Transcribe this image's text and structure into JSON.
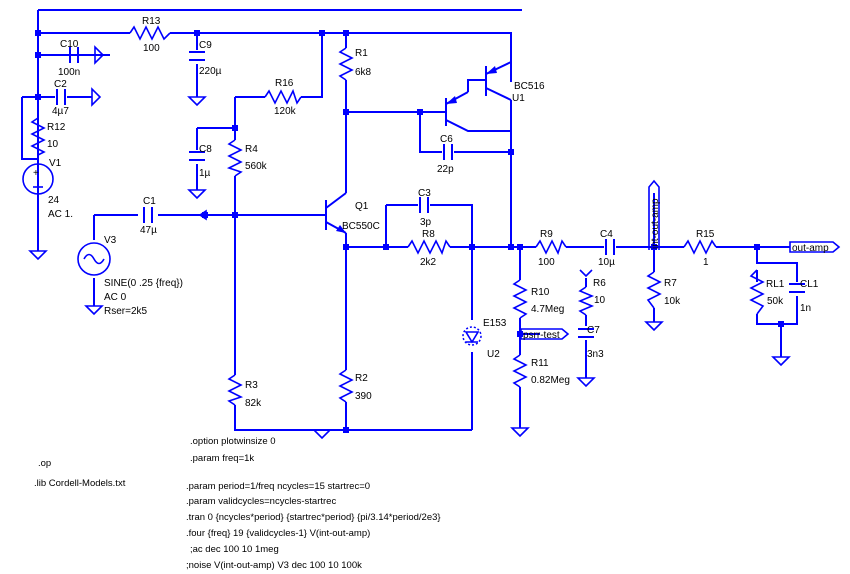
{
  "colors": {
    "wire": "#0000ff",
    "text": "#000000",
    "background": "#ffffff"
  },
  "components": {
    "R13": {
      "ref": "R13",
      "value": "100"
    },
    "C10": {
      "ref": "C10",
      "value": "100n"
    },
    "C9": {
      "ref": "C9",
      "value": "220µ"
    },
    "C2": {
      "ref": "C2",
      "value": "4µ7"
    },
    "R12": {
      "ref": "R12",
      "value": "10"
    },
    "V1": {
      "ref": "V1",
      "value": "24",
      "extra": "AC 1."
    },
    "R1": {
      "ref": "R1",
      "value": "6k8"
    },
    "R16": {
      "ref": "R16",
      "value": "120k"
    },
    "C8": {
      "ref": "C8",
      "value": "1µ"
    },
    "R4": {
      "ref": "R4",
      "value": "560k"
    },
    "U1": {
      "ref": "U1",
      "model": "BC516"
    },
    "C6": {
      "ref": "C6",
      "value": "22p"
    },
    "Q1": {
      "ref": "Q1",
      "model": "BC550C"
    },
    "C3": {
      "ref": "C3",
      "value": "3p"
    },
    "R8": {
      "ref": "R8",
      "value": "2k2"
    },
    "C1": {
      "ref": "C1",
      "value": "47µ"
    },
    "V3": {
      "ref": "V3",
      "line1": "SINE(0 .25 {freq})",
      "line2": "AC 0",
      "line3": "Rser=2k5"
    },
    "R9": {
      "ref": "R9",
      "value": "100"
    },
    "C4": {
      "ref": "C4",
      "value": "10µ"
    },
    "R15": {
      "ref": "R15",
      "value": "1"
    },
    "R10": {
      "ref": "R10",
      "value": "4.7Meg"
    },
    "R6": {
      "ref": "R6",
      "value": "10"
    },
    "C7": {
      "ref": "C7",
      "value": "3n3"
    },
    "R11": {
      "ref": "R11",
      "value": "0.82Meg"
    },
    "R7": {
      "ref": "R7",
      "value": "10k"
    },
    "RL1": {
      "ref": "RL1",
      "value": "50k"
    },
    "CL1": {
      "ref": "CL1",
      "value": "1n"
    },
    "U2": {
      "ref": "U2",
      "model": "E153"
    },
    "R3": {
      "ref": "R3",
      "value": "82k"
    },
    "R2": {
      "ref": "R2",
      "value": "390"
    }
  },
  "net_labels": {
    "out_amp": "out-amp",
    "int_out_amp": "int-out-amp",
    "psrr_test": "psrr-test"
  },
  "directives": {
    "op": ".op",
    "lib": ".lib Cordell-Models.txt",
    "option": ".option plotwinsize 0",
    "param_freq": ".param freq=1k",
    "param_period": ".param period=1/freq ncycles=15 startrec=0",
    "param_valid": ".param validcycles=ncycles-startrec",
    "tran": ".tran 0 {ncycles*period} {startrec*period} {pi/3.14*period/2e3}",
    "four": ".four {freq} 19 {validcycles-1} V(int-out-amp)",
    "ac": ";ac dec 100 10 1meg",
    "noise": ";noise V(int-out-amp) V3 dec 100 10 100k"
  }
}
